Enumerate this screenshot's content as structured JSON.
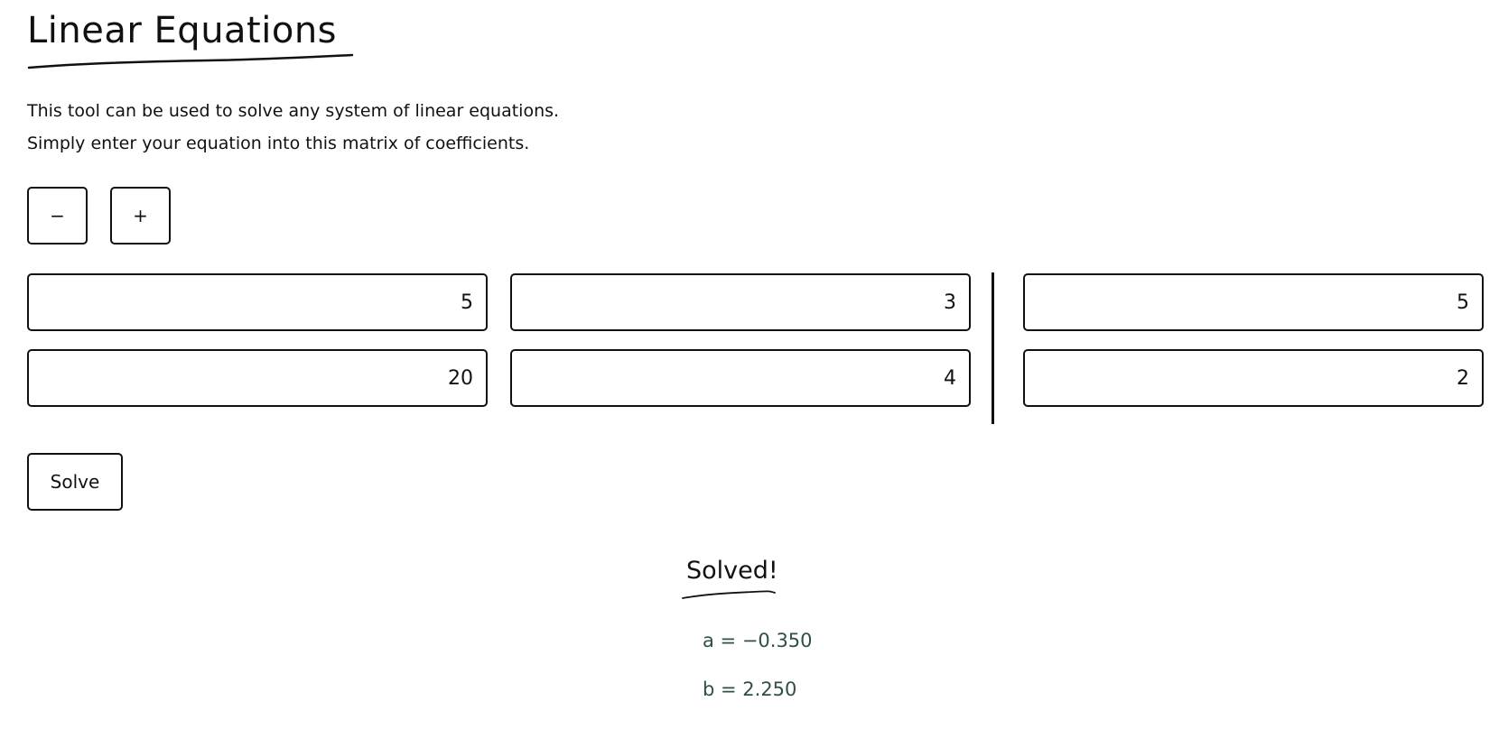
{
  "page": {
    "title": "Linear Equations",
    "intro": [
      "This tool can be used to solve any system of linear equations.",
      "Simply enter your equation into this matrix of coefficients."
    ]
  },
  "controls": {
    "remove_label": "−",
    "add_label": "+",
    "solve_label": "Solve"
  },
  "matrix": {
    "rows": [
      [
        "5",
        "3",
        "5"
      ],
      [
        "20",
        "4",
        "2"
      ]
    ]
  },
  "result": {
    "title": "Solved!",
    "solutions": [
      {
        "text": "a = −0.350"
      },
      {
        "text": "b = 2.250"
      }
    ]
  },
  "colors": {
    "ink": "#111111",
    "solution_text": "#2f4f47",
    "background": "#ffffff"
  }
}
